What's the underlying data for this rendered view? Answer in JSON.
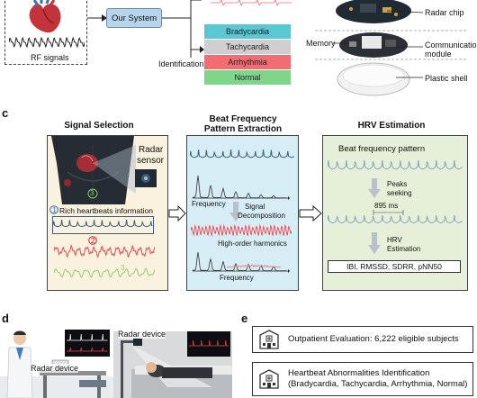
{
  "top": {
    "rf_signals_label": "RF signals",
    "system_label": "Our System",
    "identification_label": "Identification",
    "classes": [
      {
        "label": "Bradycardia",
        "color": "#59c7d4"
      },
      {
        "label": "Tachycardia",
        "color": "#cfcfcf"
      },
      {
        "label": "Arrhythmia",
        "color": "#f26d72"
      },
      {
        "label": "Normal",
        "color": "#7fd68b"
      }
    ],
    "hardware": {
      "radar_chip": "Radar chip",
      "memory": "Memory",
      "comm_line1": "Communication",
      "comm_line2": "module",
      "shell": "Plastic shell"
    }
  },
  "panel_c": {
    "letter": "c",
    "signal_selection": {
      "title": "Signal Selection",
      "radar_line1": "Radar",
      "radar_line2": "sensor",
      "marker1": "1",
      "marker2": "2",
      "marker3": "3",
      "rich_info": "Rich heartbeats information"
    },
    "beat_freq": {
      "title_line1": "Beat Frequency",
      "title_line2": "Pattern Extraction",
      "frequency1": "Frequency",
      "decomp_line1": "Signal",
      "decomp_line2": "Decomposition",
      "harmonics": "High-order harmonics",
      "frequency2": "Frequency"
    },
    "hrv": {
      "title": "HRV Estimation",
      "pattern": "Beat frequency pattern",
      "peaks_line1": "Peaks",
      "peaks_line2": "seeking",
      "interval": "895 ms",
      "hrv_line1": "HRV",
      "hrv_line2": "Estimation",
      "metrics": "IBI, RMSSD, SDRR, pNN50"
    }
  },
  "panel_d": {
    "letter": "d",
    "radar_device_top": "Radar device",
    "radar_device_left": "Radar device"
  },
  "panel_e": {
    "letter": "e",
    "eval1": "Outpatient Evaluation: 6,222 eligible subjects",
    "eval2_line1": "Heartbeat Abnormalities Identification",
    "eval2_line2": "(Bradycardia, Tachycardia, Arrhythmia, Normal)"
  },
  "colors": {
    "panel_fill_left": "#fbf1df",
    "panel_fill_mid": "#d7edf6",
    "panel_fill_right": "#e6f0d8",
    "system_box": "#b7d4ec",
    "signal_dark": "#3c5f7f",
    "signal_red": "#e64b50",
    "signal_green": "#8fce6a"
  }
}
